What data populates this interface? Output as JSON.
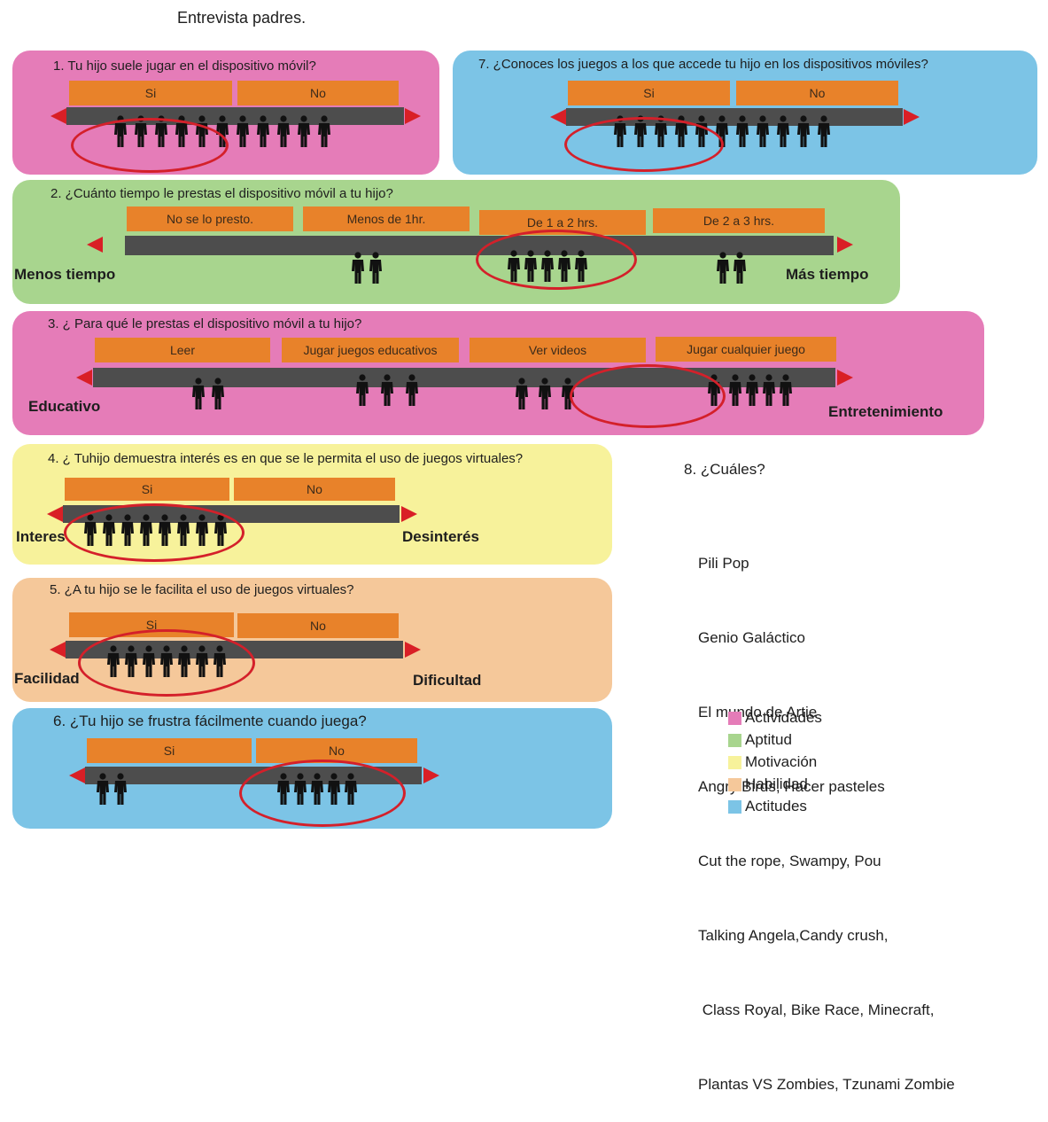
{
  "title": "Entrevista padres.",
  "q1": {
    "question": "1. Tu hijo suele jugar en el dispositivo móvil?",
    "options": [
      "Si",
      "No"
    ]
  },
  "q7": {
    "question": "7. ¿Conoces los juegos a los que accede tu hijo en los dispositivos móviles?",
    "options": [
      "Si",
      "No"
    ]
  },
  "q2": {
    "question": "2. ¿Cuánto tiempo le prestas el dispositivo móvil a tu hijo?",
    "options": [
      "No se lo presto.",
      "Menos de 1hr.",
      "De 1 a 2 hrs.",
      "De 2 a 3 hrs."
    ],
    "left_label": "Menos tiempo",
    "right_label": "Más tiempo"
  },
  "q3": {
    "question": "3. ¿ Para qué le prestas el dispositivo móvil a tu hijo?",
    "options": [
      "Leer",
      "Jugar juegos educativos",
      "Ver videos",
      "Jugar cualquier juego"
    ],
    "left_label": "Educativo",
    "right_label": "Entretenimiento"
  },
  "q4": {
    "question": "4. ¿ Tuhijo demuestra interés es en que se le permita el uso de juegos virtuales?",
    "options": [
      "Si",
      "No"
    ],
    "left_label": "Interes",
    "right_label": "Desinterés"
  },
  "q5": {
    "question": "5. ¿A tu hijo se le facilita el uso de juegos virtuales?",
    "options": [
      "Si",
      "No"
    ],
    "left_label": "Facilidad",
    "right_label": "Dificultad"
  },
  "q6": {
    "question": "6. ¿Tu hijo se frustra fácilmente cuando juega?",
    "options": [
      "Si",
      "No"
    ]
  },
  "q8": {
    "question": "8. ¿Cuáles?",
    "answers": [
      "Pili Pop",
      "Genio Galáctico",
      "El mundo de Artie",
      "Angry Birds, Hacer pasteles",
      "Cut the rope, Swampy, Pou",
      "Talking Angela,Candy crush,",
      " Class Royal, Bike Race, Minecraft,",
      "Plantas VS Zombies, Tzunami Zombie"
    ]
  },
  "legend": [
    {
      "label": "Actividades",
      "color": "#e57cb8"
    },
    {
      "label": "Aptitud",
      "color": "#a8d58e"
    },
    {
      "label": "Motivación",
      "color": "#f7f29b"
    },
    {
      "label": "Habilidad",
      "color": "#f5c89a"
    },
    {
      "label": "Actitudes",
      "color": "#7cc4e6"
    }
  ],
  "colors": {
    "bar": "#4d4d4d",
    "option": "#e8822a",
    "arrow": "#d91f26",
    "ring": "#d4202a"
  },
  "person_counts": {
    "q1": [
      11
    ],
    "q7": [
      11
    ],
    "q2": [
      2,
      5,
      2
    ],
    "q3": [
      2,
      3,
      3,
      1,
      4
    ],
    "q4": [
      8
    ],
    "q5": [
      7
    ],
    "q6": [
      2,
      5
    ]
  }
}
